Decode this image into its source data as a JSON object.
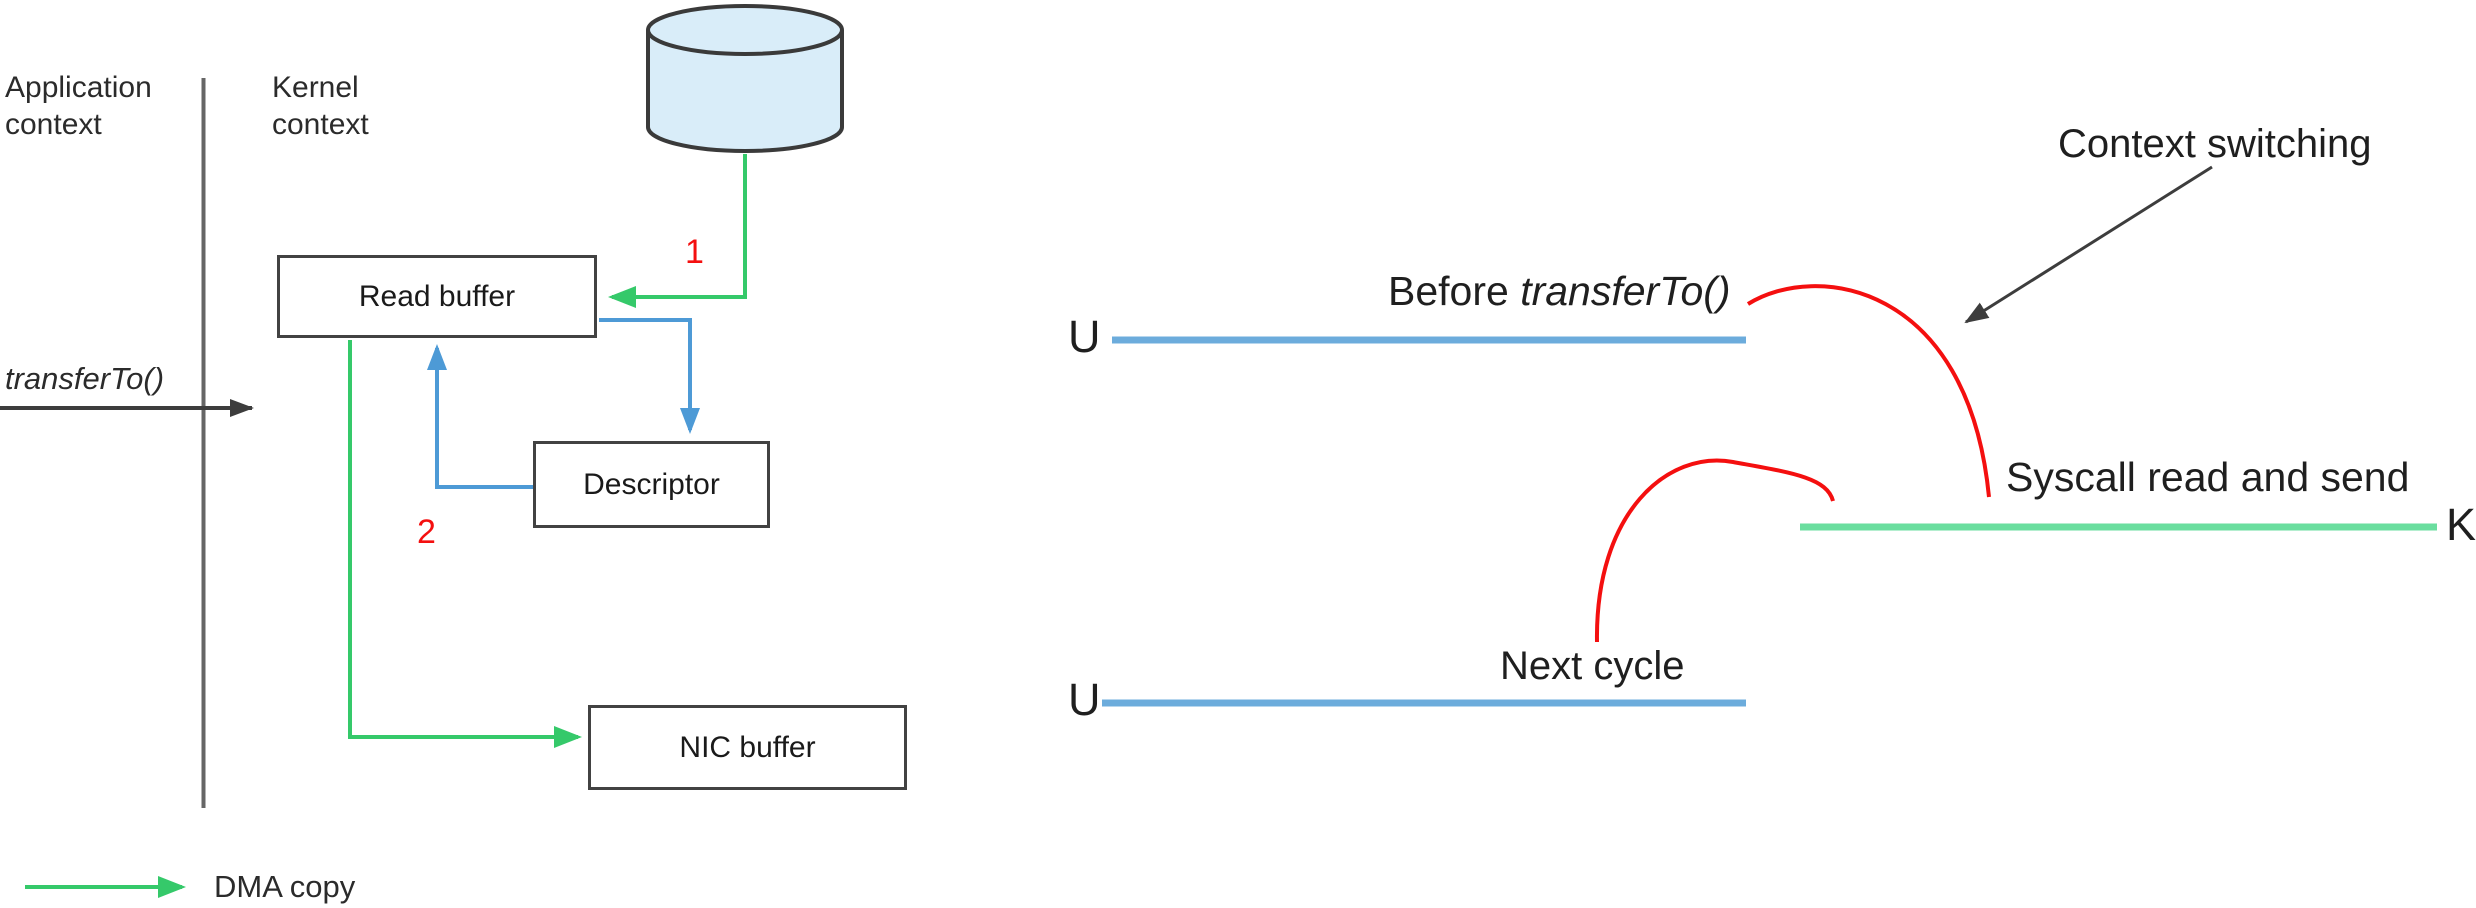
{
  "left_panel": {
    "application_context_label": "Application\ncontext",
    "kernel_context_label": "Kernel\ncontext",
    "transferto_label": "transferTo()",
    "boxes": {
      "read_buffer": "Read buffer",
      "descriptor": "Descriptor",
      "nic_buffer": "NIC buffer"
    },
    "step_labels": {
      "step1": "1",
      "step2": "2"
    },
    "legend": {
      "dma_copy": "DMA copy"
    }
  },
  "right_panel": {
    "context_switching_label": "Context switching",
    "before_transferto": {
      "prefix": "Before ",
      "method": "transferTo()"
    },
    "syscall_label": "Syscall read and send",
    "next_cycle_label": "Next cycle",
    "timeline_labels": {
      "user_top": "U",
      "kernel": "K",
      "user_bottom": "U"
    }
  },
  "colors": {
    "dma_green": "#35c96a",
    "kernel_line_green": "#6ade9f",
    "user_line_blue": "#6cacdc",
    "cpu_copy_blue": "#4d9ad6",
    "step_red": "#f40f0f",
    "arc_red": "#f40f0f",
    "box_border": "#424242",
    "divider_gray": "#666666",
    "black_arrow": "#3d3d3d",
    "disk_fill": "#d9edf9",
    "disk_stroke": "#3a3a3a"
  }
}
